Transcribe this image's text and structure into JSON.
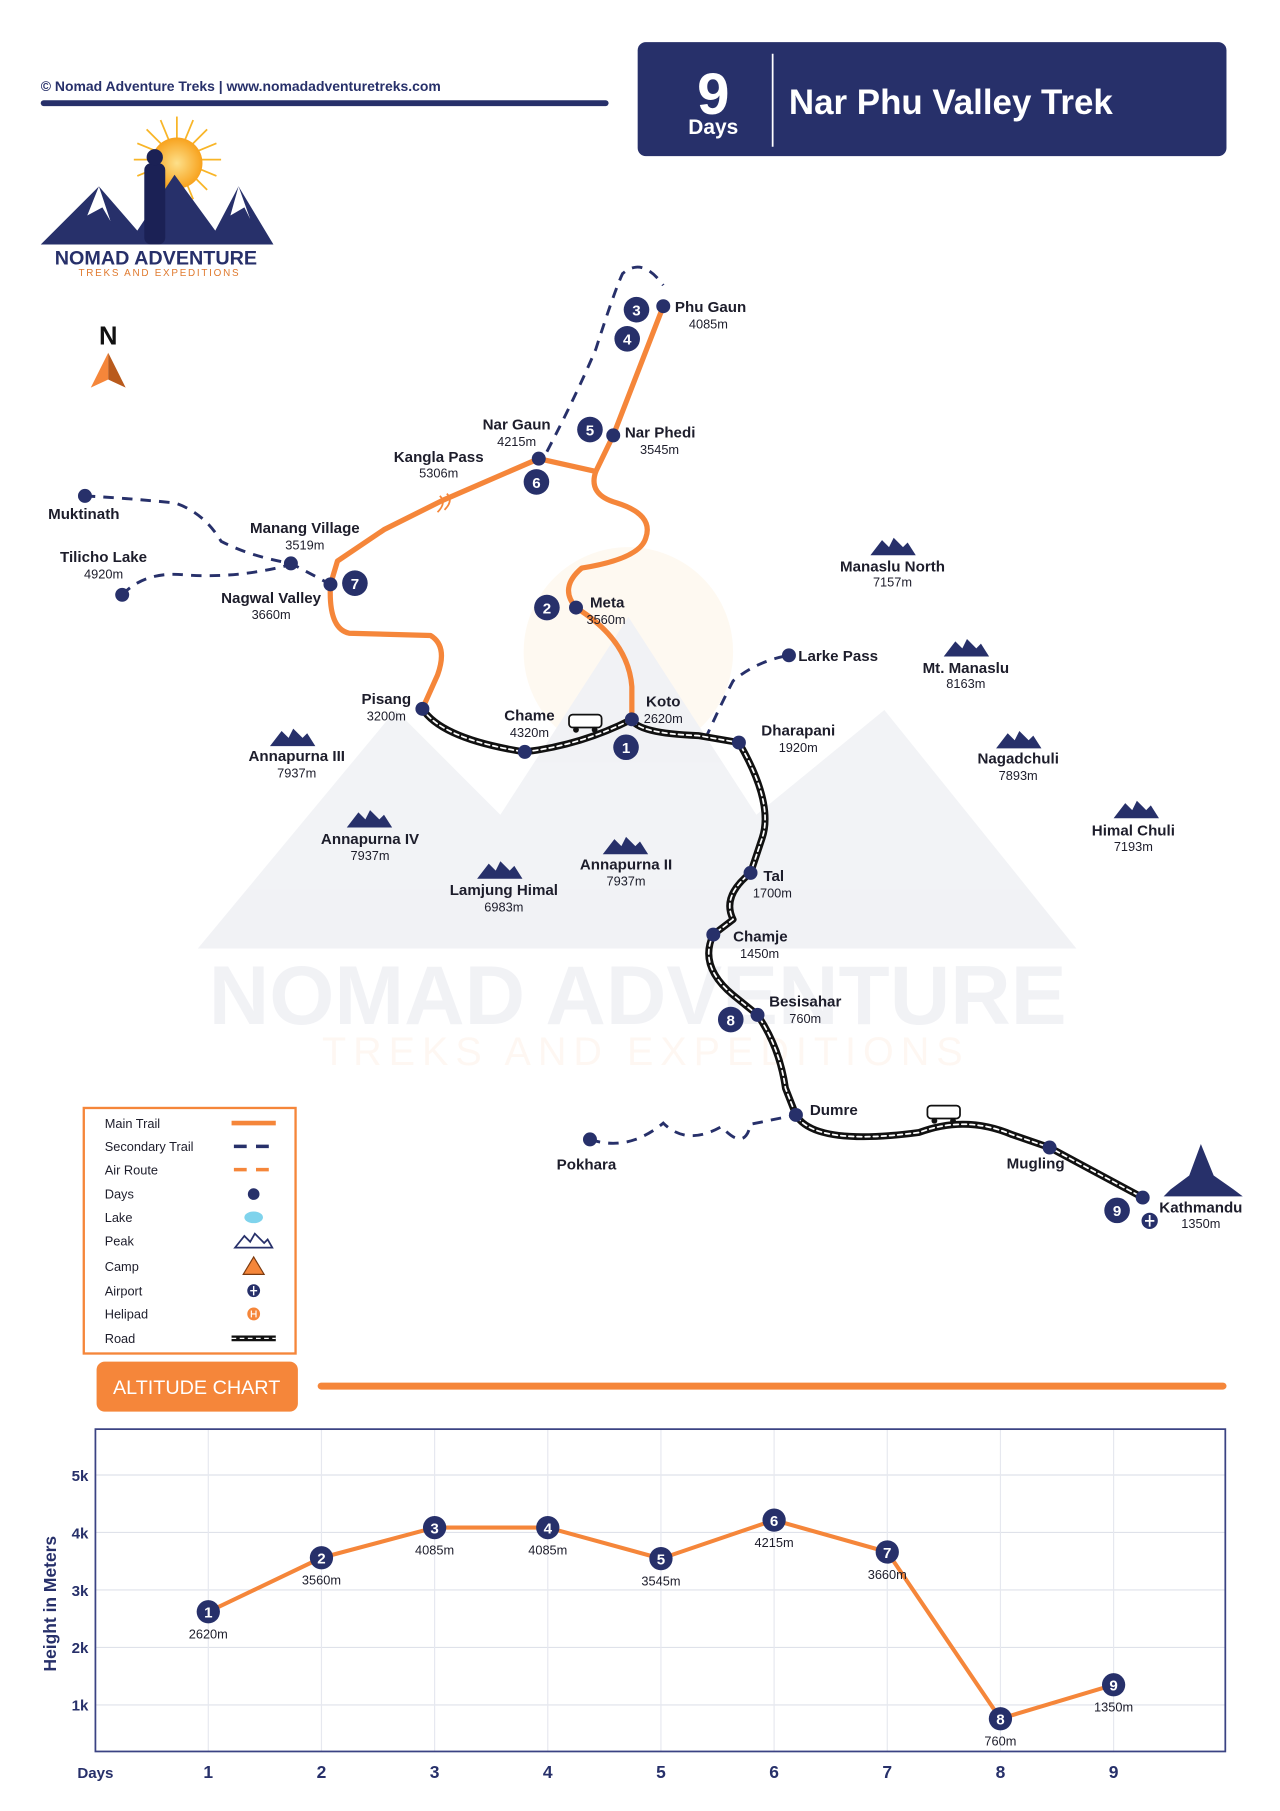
{
  "header": {
    "copyright": "© Nomad Adventure Treks | www.nomadadventuretreks.com",
    "days_number": "9",
    "days_label": "Days",
    "title": "Nar Phu Valley Trek"
  },
  "logo": {
    "name": "NOMAD ADVENTURE",
    "tagline": "TREKS AND EXPEDITIONS"
  },
  "compass": {
    "label": "N"
  },
  "colors": {
    "navy": "#27306a",
    "orange": "#f5863a"
  },
  "places": {
    "phu_gaun": {
      "name": "Phu Gaun",
      "alt": "4085m"
    },
    "nar_phedi": {
      "name": "Nar Phedi",
      "alt": "3545m"
    },
    "nar_gaun": {
      "name": "Nar Gaun",
      "alt": "4215m"
    },
    "kangla_pass": {
      "name": "Kangla Pass",
      "alt": "5306m"
    },
    "muktinath": {
      "name": "Muktinath"
    },
    "manang": {
      "name": "Manang Village",
      "alt": "3519m"
    },
    "tilicho": {
      "name": "Tilicho Lake",
      "alt": "4920m"
    },
    "nagwal": {
      "name": "Nagwal Valley",
      "alt": "3660m"
    },
    "meta": {
      "name": "Meta",
      "alt": "3560m"
    },
    "larke": {
      "name": "Larke Pass"
    },
    "pisang": {
      "name": "Pisang",
      "alt": "3200m"
    },
    "chame": {
      "name": "Chame",
      "alt": "4320m"
    },
    "koto": {
      "name": "Koto",
      "alt": "2620m"
    },
    "dharapani": {
      "name": "Dharapani",
      "alt": "1920m"
    },
    "tal": {
      "name": "Tal",
      "alt": "1700m"
    },
    "chamje": {
      "name": "Chamje",
      "alt": "1450m"
    },
    "besisahar": {
      "name": "Besisahar",
      "alt": "760m"
    },
    "dumre": {
      "name": "Dumre"
    },
    "pokhara": {
      "name": "Pokhara"
    },
    "mugling": {
      "name": "Mugling"
    },
    "kathmandu": {
      "name": "Kathmandu",
      "alt": "1350m"
    }
  },
  "peaks": {
    "manaslu_north": {
      "name": "Manaslu North",
      "alt": "7157m"
    },
    "mt_manaslu": {
      "name": "Mt. Manaslu",
      "alt": "8163m"
    },
    "nagadchuli": {
      "name": "Nagadchuli",
      "alt": "7893m"
    },
    "himal_chuli": {
      "name": "Himal Chuli",
      "alt": "7193m"
    },
    "annapurna_3": {
      "name": "Annapurna III",
      "alt": "7937m"
    },
    "annapurna_4": {
      "name": "Annapurna IV",
      "alt": "7937m"
    },
    "lamjung": {
      "name": "Lamjung Himal",
      "alt": "6983m"
    },
    "annapurna_2": {
      "name": "Annapurna II",
      "alt": "7937m"
    }
  },
  "day_markers": [
    "1",
    "2",
    "3",
    "4",
    "5",
    "6",
    "7",
    "8",
    "9"
  ],
  "legend": {
    "items": [
      "Main Trail",
      "Secondary Trail",
      "Air Route",
      "Days",
      "Lake",
      "Peak",
      "Camp",
      "Airport",
      "Helipad",
      "Road"
    ]
  },
  "altitude_section": {
    "title": "ALTITUDE CHART"
  },
  "chart_data": {
    "type": "line",
    "title": "ALTITUDE CHART",
    "xlabel": "Days",
    "ylabel": "Height in Meters",
    "x": [
      1,
      2,
      3,
      4,
      5,
      6,
      7,
      8,
      9
    ],
    "x_tick_labels": [
      "1",
      "2",
      "3",
      "4",
      "5",
      "6",
      "7",
      "8",
      "9"
    ],
    "values": [
      2620,
      3560,
      4085,
      4085,
      3545,
      4215,
      3660,
      760,
      1350
    ],
    "point_labels": [
      "2620m",
      "3560m",
      "4085m",
      "4085m",
      "3545m",
      "4215m",
      "3660m",
      "760m",
      "1350m"
    ],
    "y_ticks": [
      1000,
      2000,
      3000,
      4000,
      5000
    ],
    "y_tick_labels": [
      "1k",
      "2k",
      "3k",
      "4k",
      "5k"
    ],
    "ylim": [
      300,
      5800
    ],
    "grid": true
  }
}
